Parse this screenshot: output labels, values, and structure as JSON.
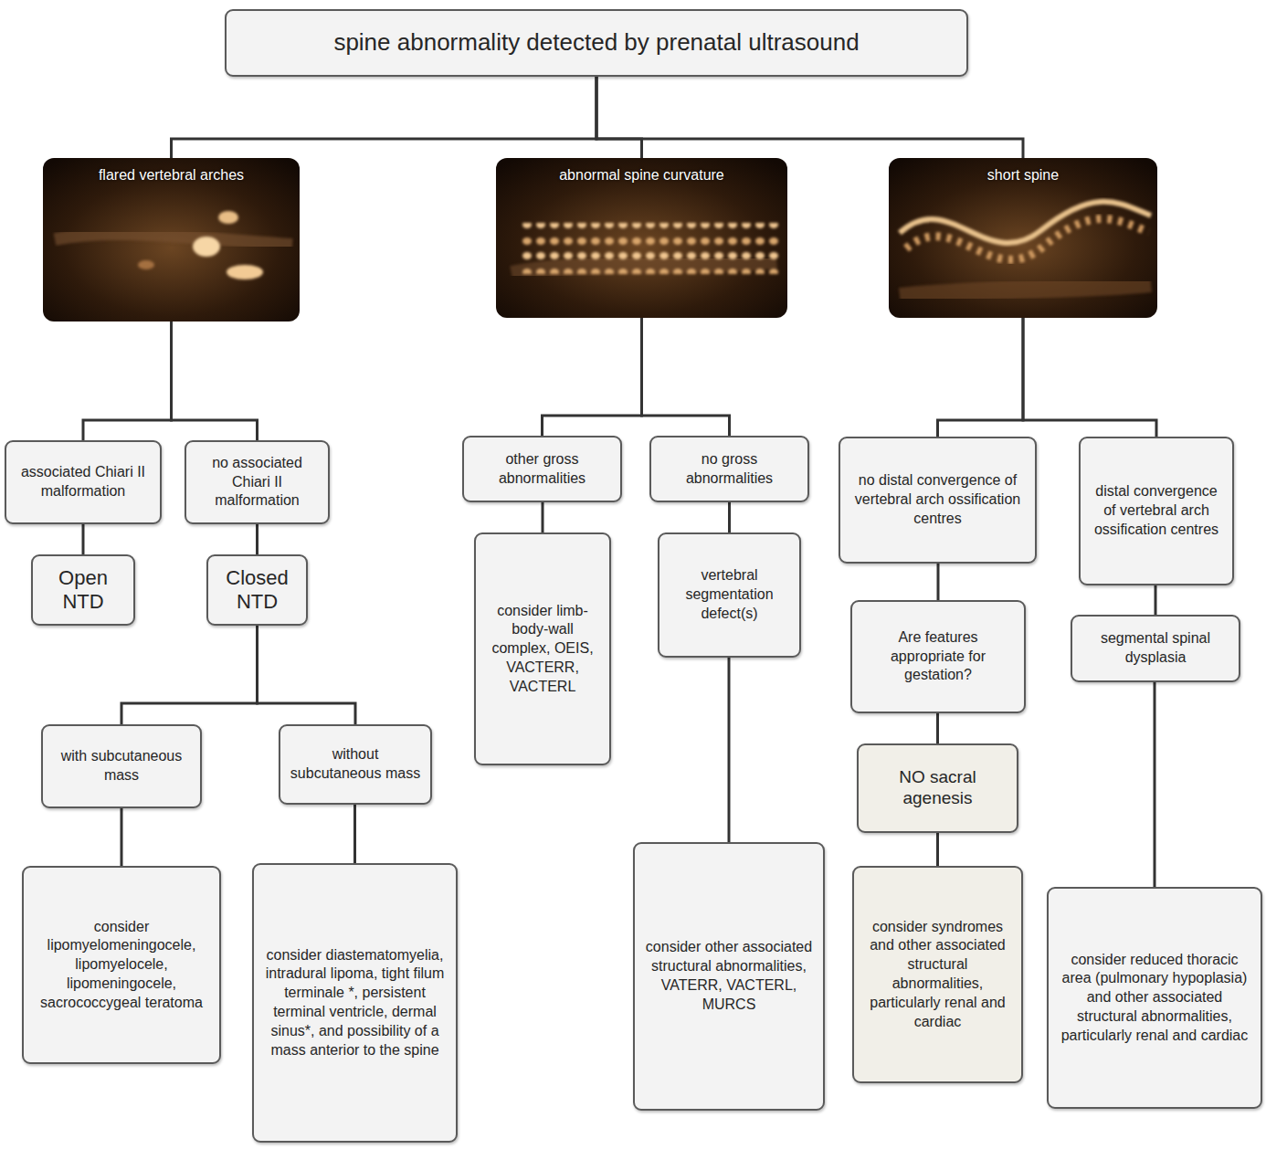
{
  "diagram": {
    "nodes": [
      {
        "text": [
          "spine abnormality detected by prenatal ultrasound"
        ]
      },
      {
        "text": [
          "flared vertebral arches"
        ]
      },
      {
        "text": [
          "abnormal spine curvature"
        ]
      },
      {
        "text": [
          "short spine"
        ]
      },
      {
        "text": [
          "associated Chiari II malformation"
        ]
      },
      {
        "text": [
          "no associated Chiari II malformation"
        ]
      },
      {
        "text": [
          "other gross abnormalities"
        ]
      },
      {
        "text": [
          "no gross abnormalities"
        ]
      },
      {
        "text": [
          "no distal convergence of vertebral arch ossification centres"
        ]
      },
      {
        "text": [
          "distal convergence of vertebral arch ossification centres"
        ]
      },
      {
        "text": [
          "Open NTD"
        ]
      },
      {
        "text": [
          "Closed NTD"
        ]
      },
      {
        "text": [
          "consider limb-body-wall complex, OEIS, VACTERR, VACTERL"
        ]
      },
      {
        "text": [
          "vertebral segmentation defect(s)"
        ]
      },
      {
        "text": [
          "Are features appropriate for gestation?"
        ]
      },
      {
        "text": [
          "segmental spinal dysplasia"
        ]
      },
      {
        "text": [
          "with subcutaneous mass"
        ]
      },
      {
        "text": [
          "without subcutaneous mass"
        ]
      },
      {
        "text": [
          "NO sacral agenesis"
        ]
      },
      {
        "text": [
          "consider lipomyelomeningocele, lipomyelocele, lipomeningocele, sacrococcygeal teratoma"
        ]
      },
      {
        "text": [
          "consider diastematomyelia, intradural lipoma, tight filum terminale *, persistent terminal ventricle, dermal sinus*, and possibility of a mass anterior to the spine"
        ]
      },
      {
        "text": [
          "consider other associated structural abnormalities, VATERR, VACTERL, MURCS"
        ]
      },
      {
        "text": [
          "consider syndromes and other associated structural abnormalities, particularly renal and cardiac"
        ]
      },
      {
        "text": [
          "consider reduced thoracic area (pulmonary hypoplasia) and other associated structural abnormalities, particularly renal and cardiac"
        ]
      }
    ],
    "edges": [
      {
        "from": 0,
        "to": 1,
        "arrow": "none"
      },
      {
        "from": 0,
        "to": 2,
        "arrow": "none"
      },
      {
        "from": 0,
        "to": 3,
        "arrow": "none"
      },
      {
        "from": 1,
        "to": 4,
        "arrow": "none"
      },
      {
        "from": 1,
        "to": 5,
        "arrow": "none"
      },
      {
        "from": 2,
        "to": 6,
        "arrow": "none"
      },
      {
        "from": 2,
        "to": 7,
        "arrow": "none"
      },
      {
        "from": 3,
        "to": 8,
        "arrow": "none"
      },
      {
        "from": 3,
        "to": 9,
        "arrow": "none"
      },
      {
        "from": 4,
        "to": 10,
        "arrow": "none"
      },
      {
        "from": 5,
        "to": 11,
        "arrow": "none"
      },
      {
        "from": 6,
        "to": 12,
        "arrow": "none"
      },
      {
        "from": 7,
        "to": 13,
        "arrow": "none"
      },
      {
        "from": 8,
        "to": 14,
        "arrow": "none"
      },
      {
        "from": 9,
        "to": 15,
        "arrow": "none"
      },
      {
        "from": 11,
        "to": 16,
        "arrow": "none"
      },
      {
        "from": 11,
        "to": 17,
        "arrow": "none"
      },
      {
        "from": 14,
        "to": 18,
        "arrow": "none"
      },
      {
        "from": 13,
        "to": 21,
        "arrow": "none"
      },
      {
        "from": 15,
        "to": 23,
        "arrow": "none"
      },
      {
        "from": 16,
        "to": 19,
        "arrow": "none"
      },
      {
        "from": 17,
        "to": 20,
        "arrow": "none"
      },
      {
        "from": 18,
        "to": 22,
        "arrow": "none"
      }
    ]
  }
}
